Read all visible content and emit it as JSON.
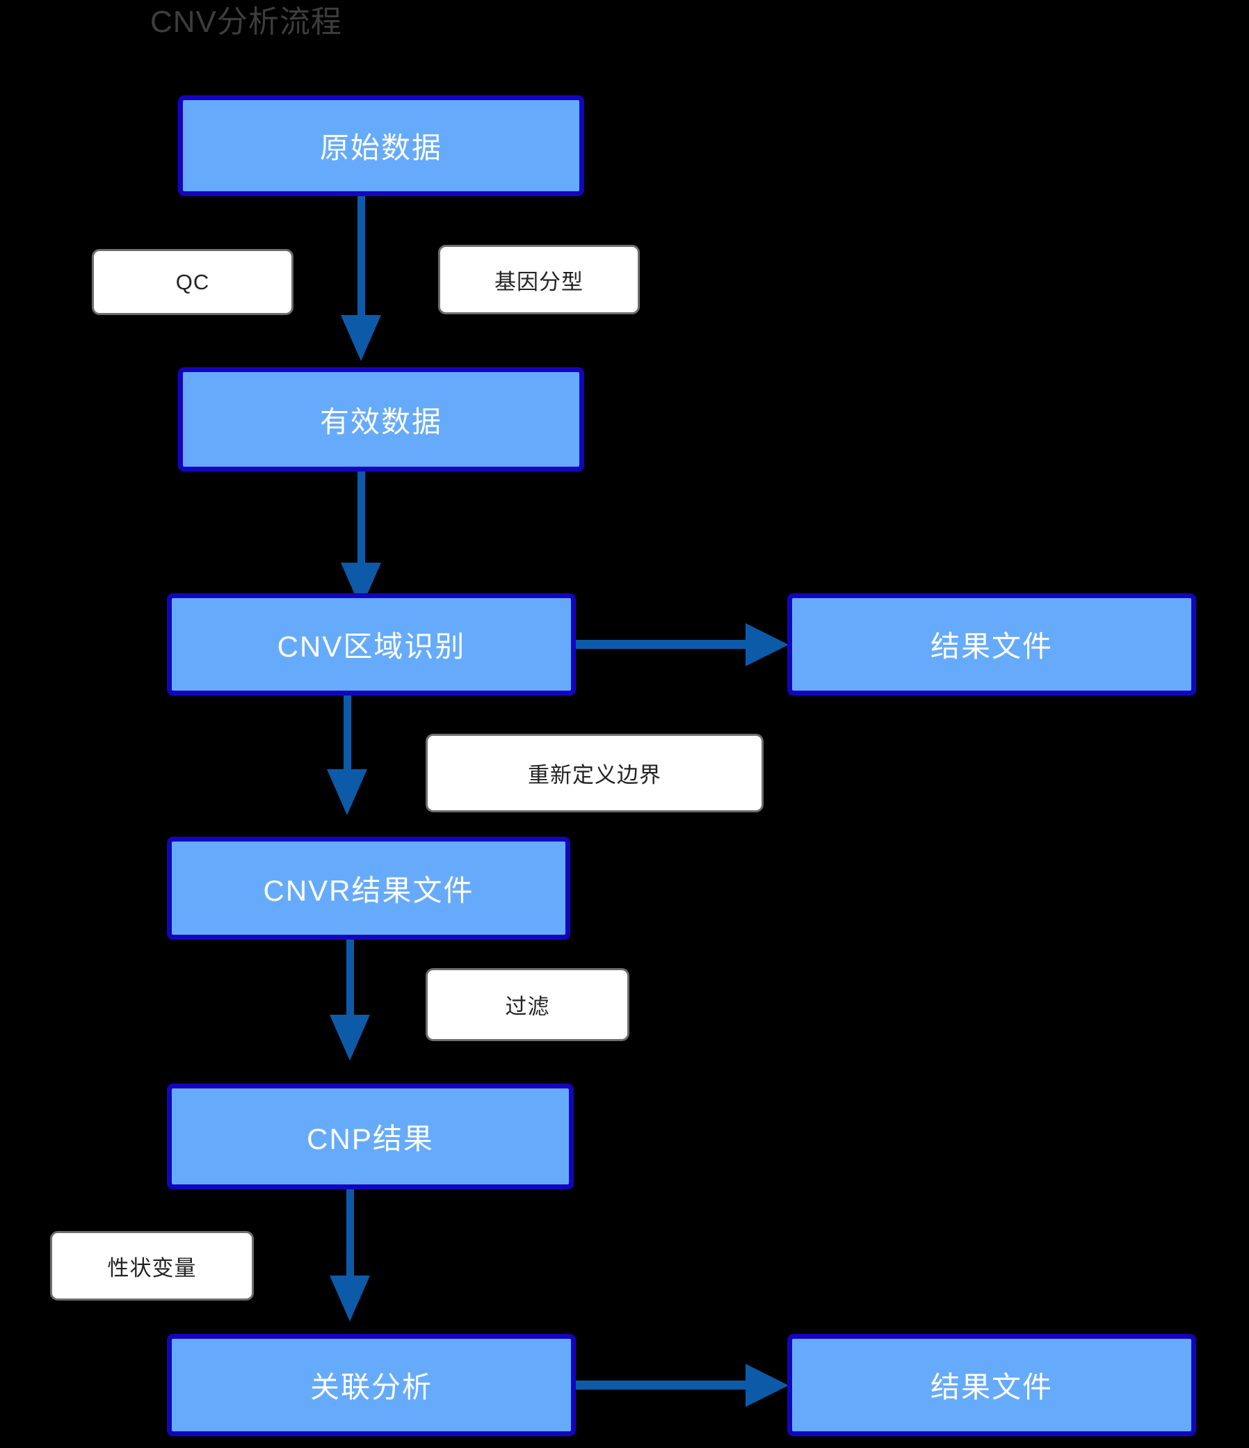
{
  "diagram": {
    "title": "CNV分析流程",
    "type": "flowchart",
    "background_color": "#000000",
    "node_fill_color": "#66abfb",
    "node_border_color": "#1404c0",
    "node_text_color": "#ffffff",
    "edge_color": "#0d5aa8",
    "label_fill_color": "#ffffff",
    "label_border_color": "#6e6e6e",
    "label_text_color": "#232323",
    "title_color": "#3d3d3d"
  },
  "nodes": [
    {
      "id": "raw-data",
      "label": "原始数据"
    },
    {
      "id": "valid-data",
      "label": "有效数据"
    },
    {
      "id": "cnv-region",
      "label": "CNV区域识别"
    },
    {
      "id": "result-file-1",
      "label": "结果文件"
    },
    {
      "id": "cnvr-result",
      "label": "CNVR结果文件"
    },
    {
      "id": "cnp-result",
      "label": "CNP结果"
    },
    {
      "id": "assoc-analysis",
      "label": "关联分析"
    },
    {
      "id": "result-file-2",
      "label": "结果文件"
    }
  ],
  "edge_labels": [
    {
      "id": "qc",
      "label": "QC"
    },
    {
      "id": "genotyping",
      "label": "基因分型"
    },
    {
      "id": "redefine",
      "label": "重新定义边界"
    },
    {
      "id": "filter",
      "label": "过滤"
    },
    {
      "id": "trait-variable",
      "label": "性状变量"
    }
  ],
  "edges": [
    {
      "from": "raw-data",
      "to": "valid-data",
      "labels": [
        "QC",
        "基因分型"
      ]
    },
    {
      "from": "valid-data",
      "to": "cnv-region",
      "labels": []
    },
    {
      "from": "cnv-region",
      "to": "result-file-1",
      "labels": []
    },
    {
      "from": "cnv-region",
      "to": "cnvr-result",
      "labels": [
        "重新定义边界"
      ]
    },
    {
      "from": "cnvr-result",
      "to": "cnp-result",
      "labels": [
        "过滤"
      ]
    },
    {
      "from": "cnp-result",
      "to": "assoc-analysis",
      "labels": [
        "性状变量"
      ]
    },
    {
      "from": "assoc-analysis",
      "to": "result-file-2",
      "labels": []
    }
  ]
}
